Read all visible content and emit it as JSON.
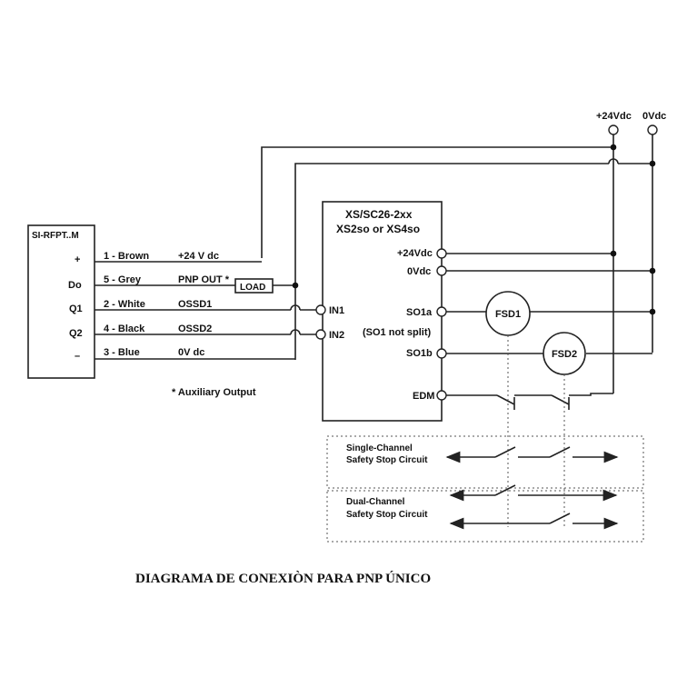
{
  "supply": {
    "pos_label": "+24Vdc",
    "neg_label": "0Vdc"
  },
  "sensor": {
    "name": "SI-RFPT..M",
    "pins": [
      "+",
      "Do",
      "Q1",
      "Q2",
      "–"
    ]
  },
  "wires": [
    {
      "code": "1 - Brown",
      "signal": "+24 V dc"
    },
    {
      "code": "5 - Grey",
      "signal": "PNP OUT *"
    },
    {
      "code": "2 - White",
      "signal": "OSSD1"
    },
    {
      "code": "4 - Black",
      "signal": "OSSD2"
    },
    {
      "code": "3 - Blue",
      "signal": "0V dc"
    }
  ],
  "load_label": "LOAD",
  "aux_note": "* Auxiliary Output",
  "module": {
    "title_line1": "XS/SC26-2xx",
    "title_line2": "XS2so or XS4so",
    "inputs": [
      "IN1",
      "IN2"
    ],
    "terminals": [
      "+24Vdc",
      "0Vdc",
      "SO1a",
      "(SO1 not split)",
      "SO1b",
      "EDM"
    ]
  },
  "fsd": [
    "FSD1",
    "FSD2"
  ],
  "circuits": [
    {
      "line1": "Single-Channel",
      "line2": "Safety Stop Circuit"
    },
    {
      "line1": "Dual-Channel",
      "line2": "Safety Stop Circuit"
    }
  ],
  "caption": "DIAGRAMA DE CONEXIÒN PARA PNP ÚNICO"
}
